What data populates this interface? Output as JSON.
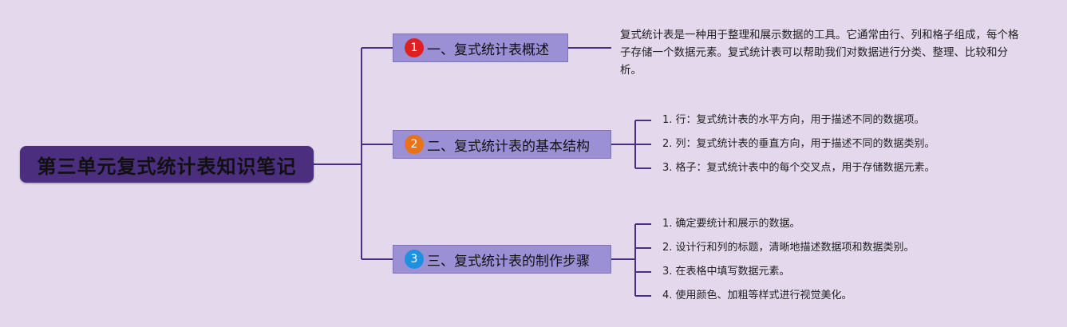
{
  "root": {
    "title": "第三单元复式统计表知识笔记"
  },
  "branches": [
    {
      "number": "1",
      "label": "一、复式统计表概述",
      "color": "#e02020",
      "description": "复式统计表是一种用于整理和展示数据的工具。它通常由行、列和格子组成，每个格子存储一个数据元素。复式统计表可以帮助我们对数据进行分类、整理、比较和分析。"
    },
    {
      "number": "2",
      "label": "二、复式统计表的基本结构",
      "color": "#e8731a",
      "items": [
        "1. 行：复式统计表的水平方向，用于描述不同的数据项。",
        "2. 列：复式统计表的垂直方向，用于描述不同的数据类别。",
        "3. 格子：复式统计表中的每个交叉点，用于存储数据元素。"
      ]
    },
    {
      "number": "3",
      "label": "三、复式统计表的制作步骤",
      "color": "#1e90e0",
      "items": [
        "1. 确定要统计和展示的数据。",
        "2. 设计行和列的标题，清晰地描述数据项和数据类别。",
        "3. 在表格中填写数据元素。",
        "4. 使用颜色、加粗等样式进行视觉美化。"
      ]
    }
  ],
  "colors": {
    "background": "#e3d8ec",
    "root": "#4b2e7e",
    "branch": "#9b8fd6",
    "line": "#4b2e7e"
  }
}
